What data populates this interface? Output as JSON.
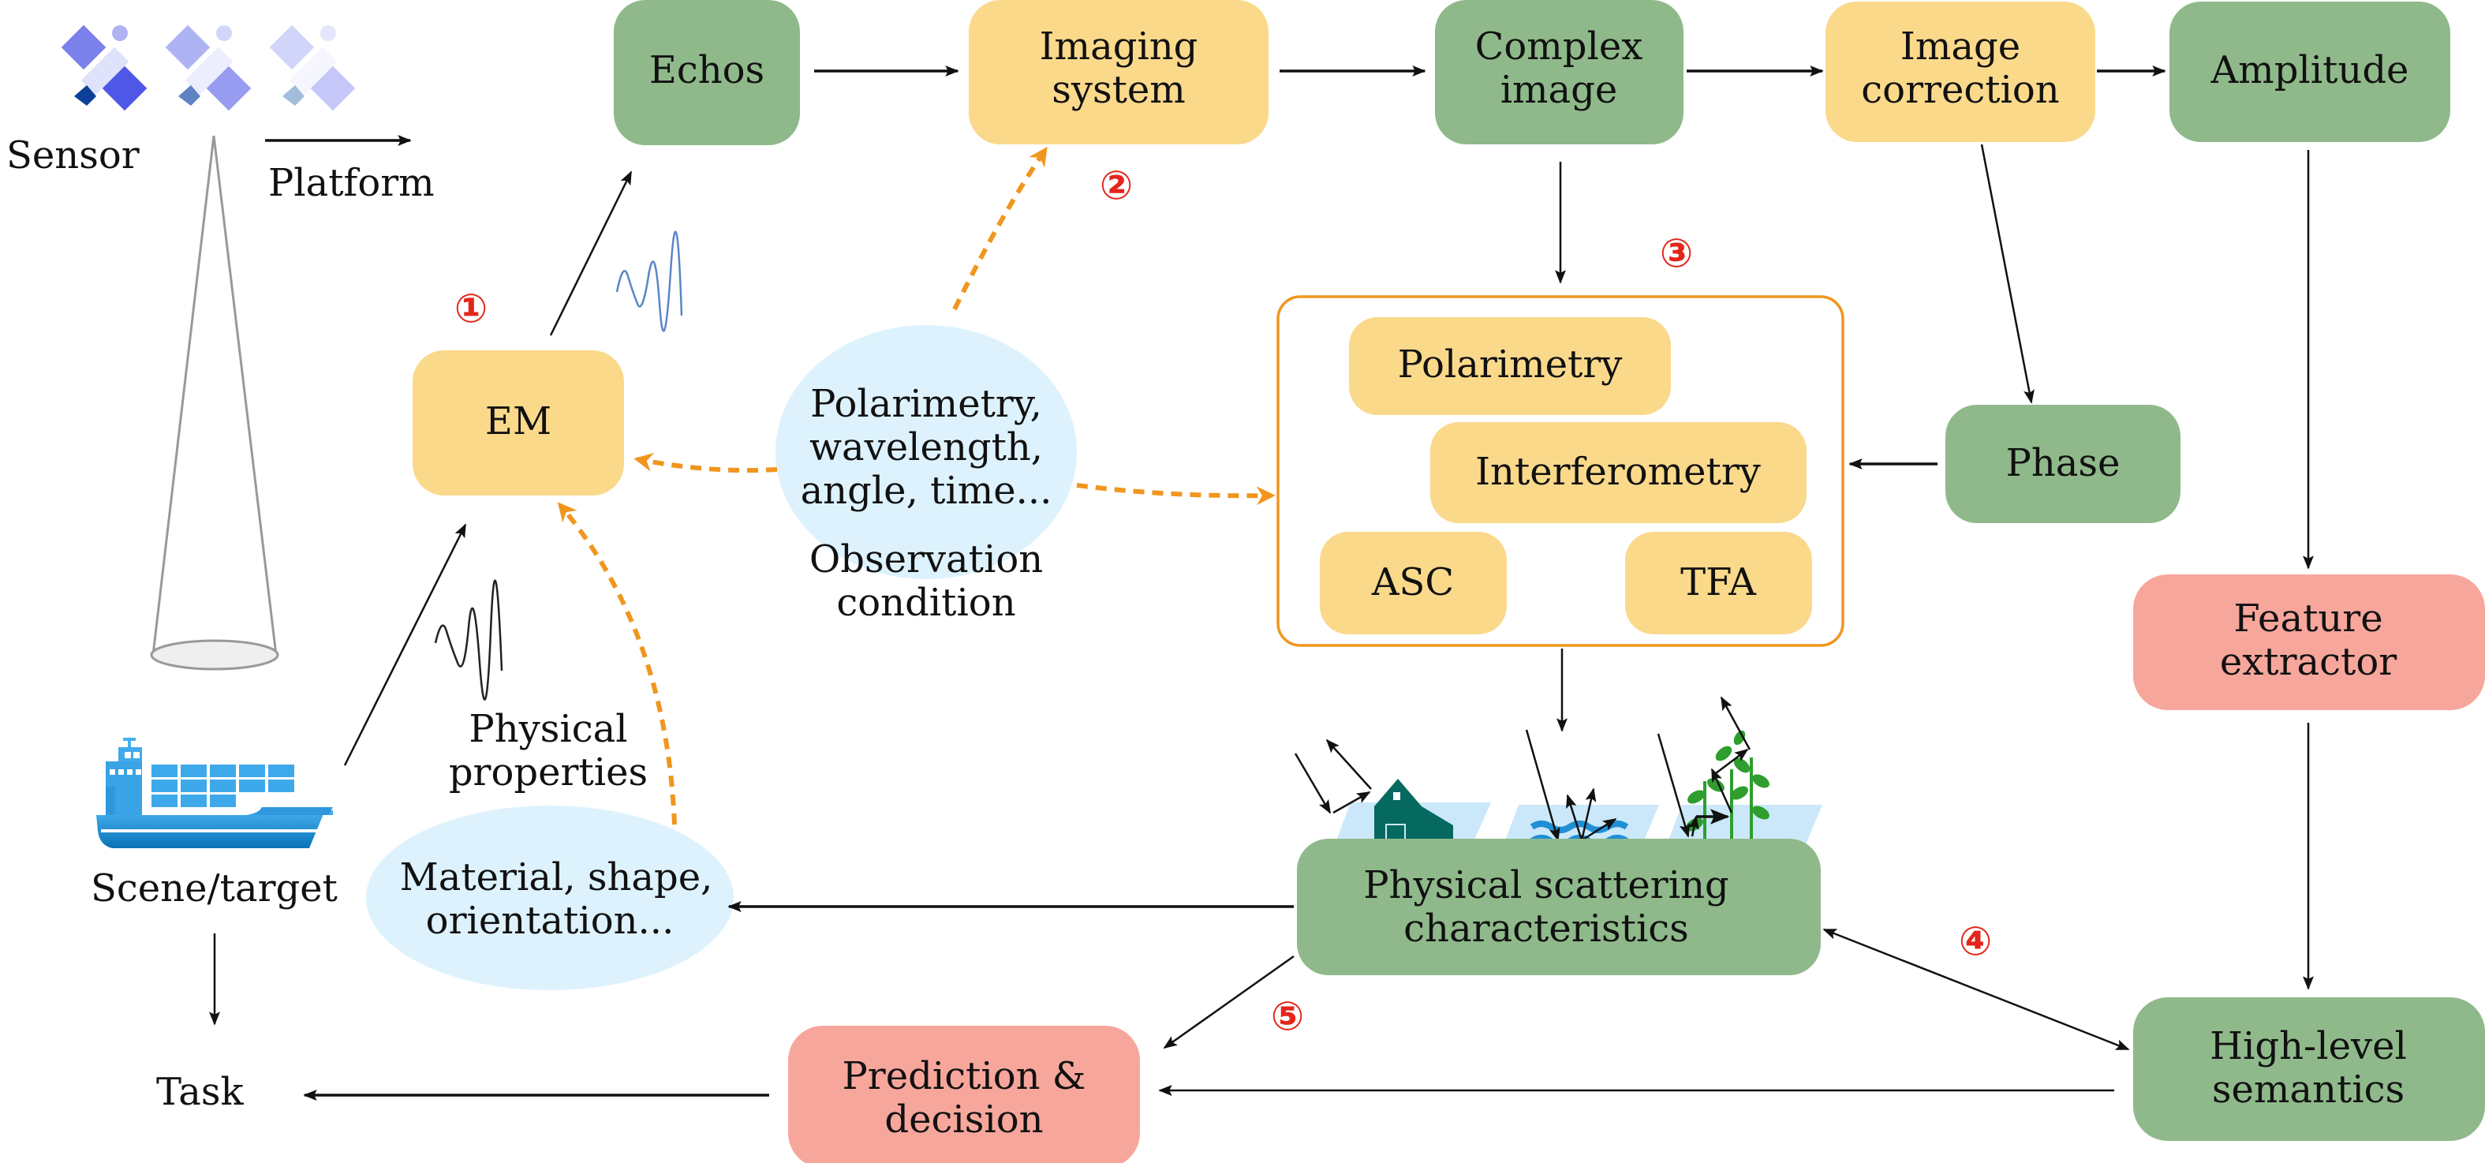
{
  "colors": {
    "green_box": "#8fb98a",
    "yellow_box": "#fad98b",
    "red_box": "#f7a69c",
    "ellipse_fill": "#ddf2fd",
    "group_border": "#f0961f",
    "dashed_arrow": "#f0961f",
    "step_number": "#e3261b",
    "tile_fill": "#cbe8fb"
  },
  "left_panel": {
    "sensor_label": "Sensor",
    "platform_label": "Platform",
    "scene_label": "Scene/target",
    "task_label": "Task",
    "icons": [
      "satellite-icon",
      "satellite-icon",
      "satellite-icon",
      "radar-beam-cone-icon",
      "container-ship-icon"
    ]
  },
  "top_row": {
    "echos": "Echos",
    "imaging_system": [
      "Imaging",
      "system"
    ],
    "complex_image": [
      "Complex",
      "image"
    ],
    "image_correction": [
      "Image",
      "correction"
    ],
    "amplitude": "Amplitude"
  },
  "em_box": "EM",
  "observation": {
    "ellipse_lines": [
      "Polarimetry,",
      "wavelength,",
      "angle, time..."
    ],
    "caption": [
      "Observation",
      "condition"
    ]
  },
  "physical_properties": {
    "caption": [
      "Physical",
      "properties"
    ],
    "ellipse_lines": [
      "Material, shape,",
      "orientation..."
    ]
  },
  "analysis_group": {
    "items": [
      "Polarimetry",
      "Interferometry",
      "ASC",
      "TFA"
    ]
  },
  "phase": "Phase",
  "feature_extractor": [
    "Feature",
    "extractor"
  ],
  "physical_scattering": [
    "Physical scattering",
    "characteristics"
  ],
  "scattering_icons": [
    "building-double-bounce-icon",
    "water-surface-scattering-icon",
    "vegetation-volume-scattering-icon"
  ],
  "high_level_semantics": [
    "High-level",
    "semantics"
  ],
  "prediction": [
    "Prediction &",
    "decision"
  ],
  "step_markers": [
    "①",
    "②",
    "③",
    "④",
    "⑤"
  ]
}
